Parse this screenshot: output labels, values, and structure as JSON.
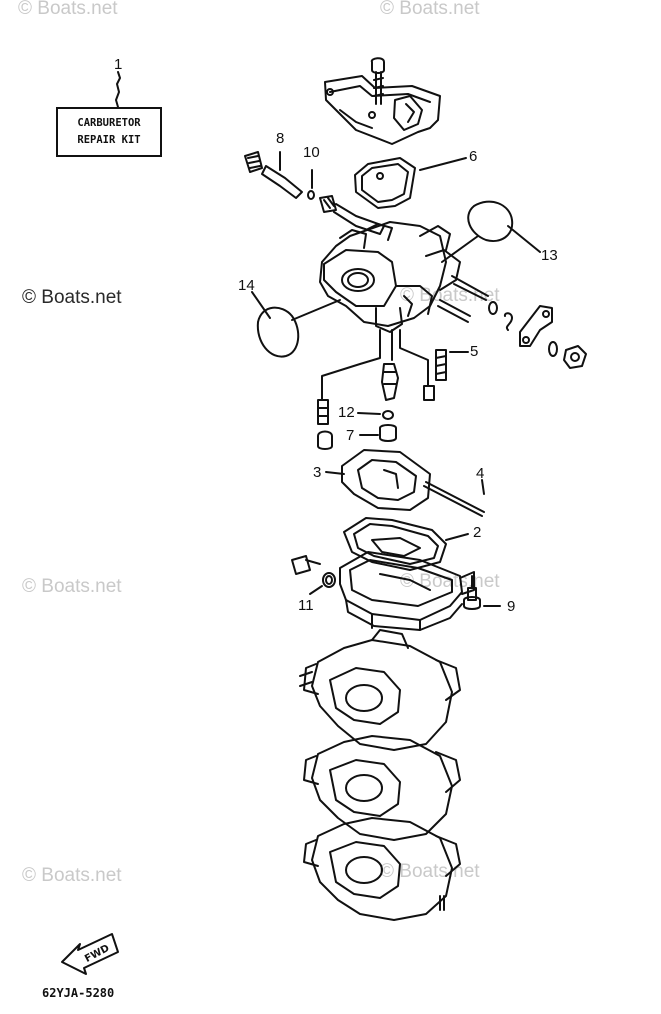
{
  "watermarks": {
    "top_left": "© Boats.net",
    "top_right": "© Boats.net",
    "left_mid": "© Boats.net",
    "center": "© Boats.net",
    "lower_left": "© Boats.net",
    "lower_right": "© Boats.net",
    "bottom_left": "© Boats.net",
    "bottom_right": "© Boats.net"
  },
  "repair_kit": {
    "line1": "CARBURETOR",
    "line2": "REPAIR KIT"
  },
  "callouts": {
    "c1": "1",
    "c2": "2",
    "c3": "3",
    "c4": "4",
    "c5": "5",
    "c6": "6",
    "c7": "7",
    "c8": "8",
    "c9": "9",
    "c10": "10",
    "c11": "11",
    "c12": "12",
    "c13": "13",
    "c14": "14"
  },
  "fwd_label": "FWD",
  "diagram_code": "62YJA-5280"
}
